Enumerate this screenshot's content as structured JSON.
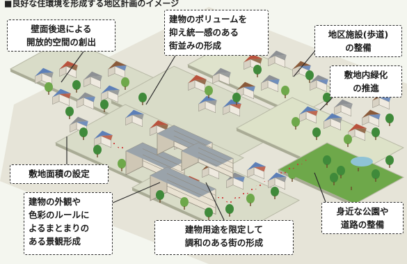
{
  "title": "■良好な住環境を形成する地区計画のイメージ",
  "callouts": {
    "wall_setback": "壁面後退による\n開放的空間の創出",
    "building_volume": "建物のボリュームを\n抑え統一感のある\n街並みの形成",
    "district_facility": "地区施設(歩道)\nの整備",
    "greening": "敷地内緑化\nの推進",
    "site_area": "敷地面積の設定",
    "appearance_rules": "建物の外観や\n色彩のルールに\nよるまとまりの\nある景観形成",
    "use_limitation": "建物用途を限定して\n調和のある街の形成",
    "park_roads": "身近な公園や\n道路の整備"
  },
  "colors": {
    "ground": "#d9dcc8",
    "road": "#ecebe3",
    "tree": "#3f8a3a",
    "park": "#6ea84a",
    "roof_blue": "#5c7fb8",
    "roof_red": "#b9523d",
    "roof_grey": "#8d9094",
    "roof_brown": "#8a5a3a",
    "wall": "#efeae0"
  }
}
